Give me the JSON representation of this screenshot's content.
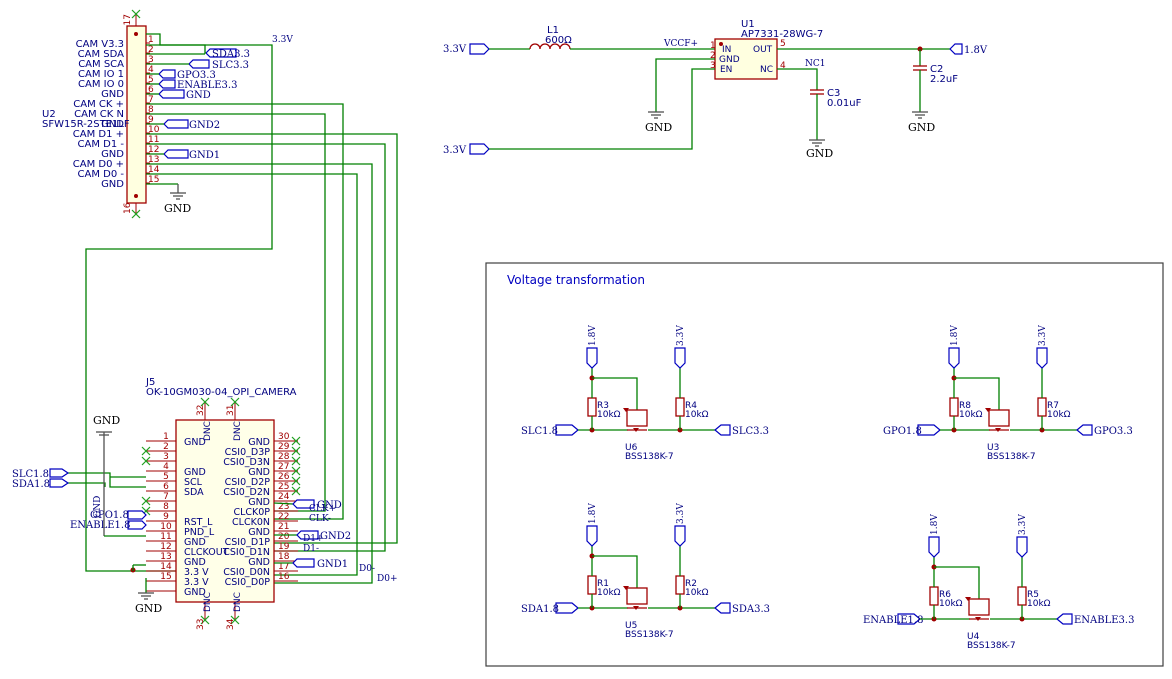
{
  "connector_u2": {
    "ref": "U2",
    "value": "SFW15R-2STE1LF",
    "pin_names": [
      "CAM V3.3",
      "CAM SDA",
      "CAM SCA",
      "CAM IO 1",
      "CAM IO 0",
      "GND",
      "CAM CK +",
      "CAM CK N",
      "GND",
      "CAM D1 +",
      "CAM D1 -",
      "GND",
      "CAM D0 +",
      "CAM D0 -",
      "GND"
    ],
    "pin_numbers": [
      "1",
      "2",
      "3",
      "4",
      "5",
      "6",
      "7",
      "8",
      "9",
      "10",
      "11",
      "12",
      "13",
      "14",
      "15"
    ],
    "corner_pins": [
      "17",
      "16"
    ],
    "net_labels": [
      "SDA3.3",
      "SLC3.3",
      "GPO3.3",
      "ENABLE3.3",
      "GND",
      "GND2",
      "GND1",
      "3.3V"
    ],
    "gnd_symbol": "GND"
  },
  "camera_j5": {
    "ref": "J5",
    "value": "OK-10GM030-04_OPI_CAMERA",
    "left_pins": [
      {
        "num": "1",
        "name": "GND"
      },
      {
        "num": "2",
        "name": ""
      },
      {
        "num": "3",
        "name": ""
      },
      {
        "num": "4",
        "name": "GND"
      },
      {
        "num": "5",
        "name": "SCL"
      },
      {
        "num": "6",
        "name": "SDA"
      },
      {
        "num": "7",
        "name": ""
      },
      {
        "num": "8",
        "name": ""
      },
      {
        "num": "9",
        "name": "RST_L"
      },
      {
        "num": "10",
        "name": "PND_L"
      },
      {
        "num": "11",
        "name": "GND"
      },
      {
        "num": "12",
        "name": "CLCKOUT"
      },
      {
        "num": "13",
        "name": "GND"
      },
      {
        "num": "14",
        "name": "3.3 V"
      },
      {
        "num": "15",
        "name": "3.3 V"
      },
      {
        "num": "",
        "name": "GND"
      }
    ],
    "right_pins": [
      {
        "num": "30",
        "name": "GND"
      },
      {
        "num": "29",
        "name": "CSI0_D3P"
      },
      {
        "num": "28",
        "name": "CSI0_D3N"
      },
      {
        "num": "27",
        "name": "GND"
      },
      {
        "num": "26",
        "name": "CSI0_D2P"
      },
      {
        "num": "25",
        "name": "CSI0_D2N"
      },
      {
        "num": "24",
        "name": "GND"
      },
      {
        "num": "23",
        "name": "CLCK0P"
      },
      {
        "num": "22",
        "name": "CLCK0N"
      },
      {
        "num": "21",
        "name": "GND"
      },
      {
        "num": "20",
        "name": "CSI0_D1P"
      },
      {
        "num": "19",
        "name": "CSI0_D1N"
      },
      {
        "num": "18",
        "name": "GND"
      },
      {
        "num": "17",
        "name": "CSI0_D0N"
      },
      {
        "num": "16",
        "name": "CSI0_D0P"
      }
    ],
    "top_pins": [
      {
        "num": "32",
        "name": "DNC"
      },
      {
        "num": "31",
        "name": "DNC"
      }
    ],
    "bottom_pins": [
      {
        "num": "33",
        "name": "DNC"
      },
      {
        "num": "34",
        "name": "DNC"
      }
    ],
    "net_labels_left": [
      "SLC1.8",
      "SDA1.8",
      "GPO1.8",
      "ENABLE1.8"
    ],
    "net_labels_right": [
      "GND",
      "GND2",
      "GND1"
    ],
    "wire_labels": [
      "CLK+",
      "CLK-",
      "D1+",
      "D1-",
      "D0-",
      "D0+"
    ],
    "gnd_symbols": [
      "GND",
      "GND"
    ],
    "gnd_rotated": "GND"
  },
  "regulator": {
    "input_label": "3.3V",
    "enable_label": "3.3V",
    "output_label": "1.8V",
    "l1_ref": "L1",
    "l1_value": "600Ω",
    "vccf_net": "VCCF+",
    "u1_ref": "U1",
    "u1_value": "AP7331-28WG-7",
    "u1_pins": [
      {
        "num": "1",
        "name": "IN"
      },
      {
        "num": "2",
        "name": "GND"
      },
      {
        "num": "3",
        "name": "EN"
      },
      {
        "num": "5",
        "name": "OUT"
      },
      {
        "num": "4",
        "name": "NC"
      }
    ],
    "nc_net": "NC1",
    "c3_ref": "C3",
    "c3_value": "0.01uF",
    "c2_ref": "C2",
    "c2_value": "2.2uF",
    "gnd_labels": [
      "GND",
      "GND",
      "GND"
    ]
  },
  "voltage_block": {
    "title": "Voltage transformation",
    "cells": [
      {
        "low": "SLC1.8",
        "high": "SLC3.3",
        "rl": "R3",
        "rh": "R4",
        "val": "10kΩ",
        "fet": "U6",
        "fet_val": "BSS138K-7",
        "v18": "1.8V",
        "v33": "3.3V"
      },
      {
        "low": "GPO1.8",
        "high": "GPO3.3",
        "rl": "R8",
        "rh": "R7",
        "val": "10kΩ",
        "fet": "U3",
        "fet_val": "BSS138K-7",
        "v18": "1.8V",
        "v33": "3.3V"
      },
      {
        "low": "SDA1.8",
        "high": "SDA3.3",
        "rl": "R1",
        "rh": "R2",
        "val": "10kΩ",
        "fet": "U5",
        "fet_val": "BSS138K-7",
        "v18": "1.8V",
        "v33": "3.3V"
      },
      {
        "low": "ENABLE1.8",
        "high": "ENABLE3.3",
        "rl": "R6",
        "rh": "R5",
        "val": "10kΩ",
        "fet": "U4",
        "fet_val": "BSS138K-7",
        "v18": "1.8V",
        "v33": "3.3V"
      }
    ]
  }
}
